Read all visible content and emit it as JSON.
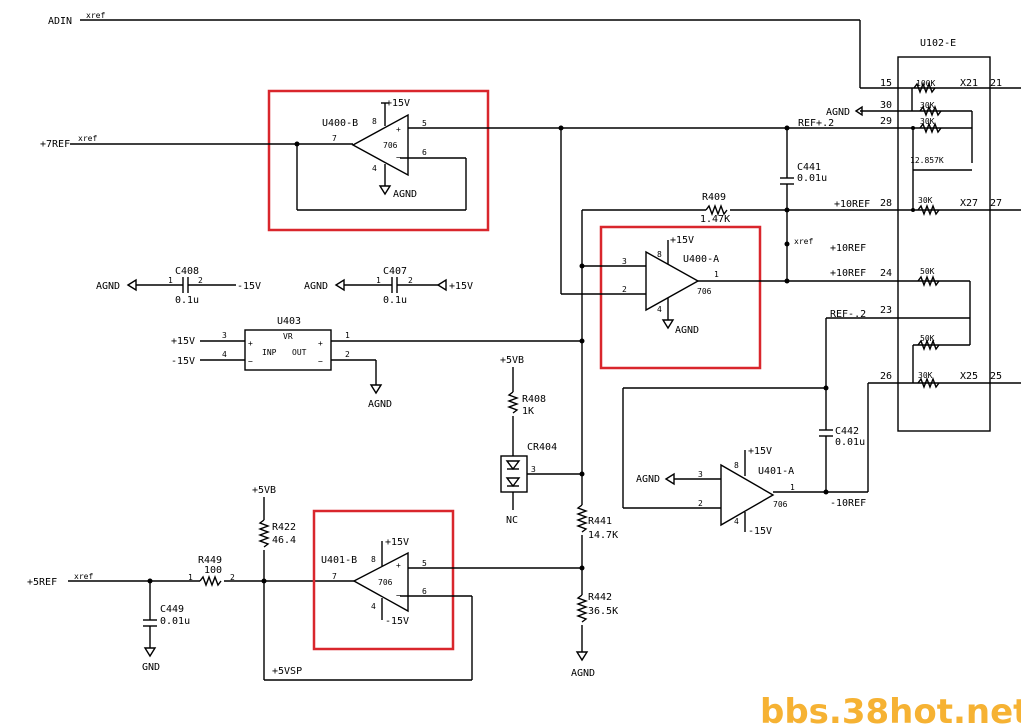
{
  "colors": {
    "highlight": "#d9262c",
    "watermark": "#f6b233",
    "ink": "#000000"
  },
  "watermark": "bbs.38hot.net",
  "nets": {
    "adin": "ADIN",
    "xref": "xref",
    "ref7": "+7REF",
    "ref5": "+5REF",
    "ref_p2": "REF+.2",
    "ref_m2": "REF-.2",
    "p10ref": "+10REF",
    "m10ref": "-10REF",
    "agnd": "AGND",
    "gnd": "GND",
    "p15v": "+15V",
    "m15v": "-15V",
    "p5vb": "+5VB",
    "p5vsp": "+5VSP",
    "nc": "NC"
  },
  "components": {
    "u102": {
      "ref": "U102-E",
      "r100k": "100K",
      "r30k": "30K",
      "r12857k": "12.857K",
      "r50k": "50K"
    },
    "u400b": {
      "ref": "U400-B",
      "part": "706"
    },
    "u400a": {
      "ref": "U400-A",
      "part": "706"
    },
    "u401a": {
      "ref": "U401-A",
      "part": "706"
    },
    "u401b": {
      "ref": "U401-B",
      "part": "706"
    },
    "u403": {
      "ref": "U403",
      "type": "VR",
      "inp": "INP",
      "out": "OUT"
    },
    "c408": {
      "ref": "C408",
      "value": "0.1u"
    },
    "c407": {
      "ref": "C407",
      "value": "0.1u"
    },
    "c441": {
      "ref": "C441",
      "value": "0.01u"
    },
    "c442": {
      "ref": "C442",
      "value": "0.01u"
    },
    "c449": {
      "ref": "C449",
      "value": "0.01u"
    },
    "r409": {
      "ref": "R409",
      "value": "1.47K"
    },
    "r408": {
      "ref": "R408",
      "value": "1K"
    },
    "r422": {
      "ref": "R422",
      "value": "46.4"
    },
    "r449": {
      "ref": "R449",
      "value": "100"
    },
    "r441": {
      "ref": "R441",
      "value": "14.7K"
    },
    "r442": {
      "ref": "R442",
      "value": "36.5K"
    },
    "cr404": {
      "ref": "CR404"
    }
  },
  "pins": {
    "p1": "1",
    "p2": "2",
    "p3": "3",
    "p4": "4",
    "p5": "5",
    "p6": "6",
    "p7": "7",
    "p8": "8",
    "u102_left": [
      "15",
      "30",
      "29",
      "28",
      "24",
      "23",
      "26"
    ],
    "u102_right": [
      "21",
      "27",
      "25"
    ],
    "u102_x": [
      "X21",
      "X27",
      "X25"
    ]
  }
}
